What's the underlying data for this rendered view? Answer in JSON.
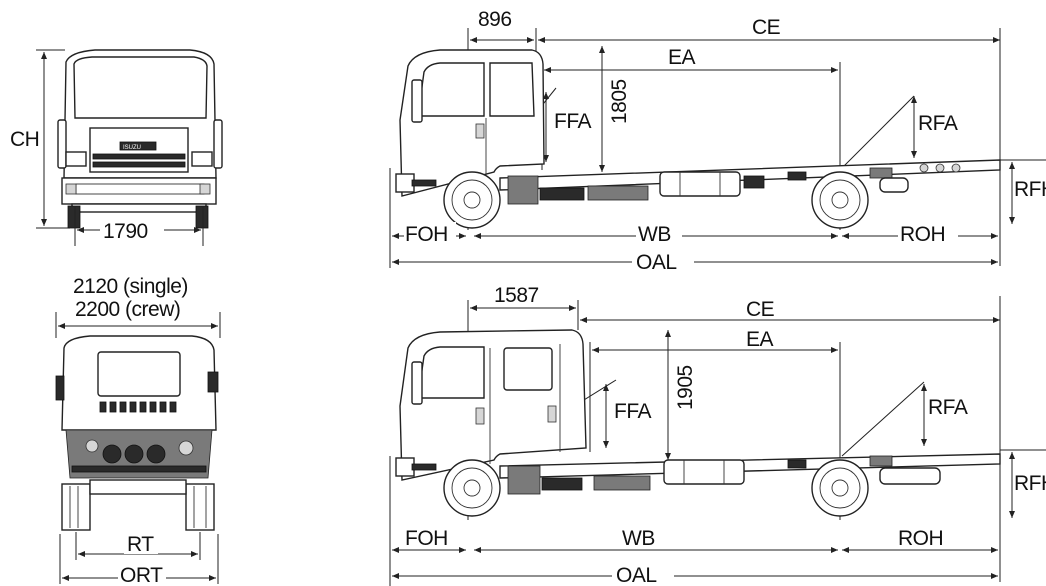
{
  "front_view": {
    "height_label": "CH",
    "width_label": "1790"
  },
  "rear_view": {
    "width_single": "2120 (single)",
    "width_crew": "2200 (crew)",
    "rear_track_label": "RT",
    "overall_rear_track_label": "ORT"
  },
  "single_cab_side": {
    "cab_len": "896",
    "ce": "CE",
    "ea": "EA",
    "height": "1805",
    "ffa": "FFA",
    "rfa": "RFA",
    "rfh": "RFH",
    "foh": "FOH",
    "wb": "WB",
    "roh": "ROH",
    "oal": "OAL"
  },
  "crew_cab_side": {
    "cab_len": "1587",
    "ce": "CE",
    "ea": "EA",
    "height": "1905",
    "ffa": "FFA",
    "rfa": "RFA",
    "rfh": "RFH",
    "foh": "FOH",
    "wb": "WB",
    "roh": "ROH",
    "oal": "OAL"
  },
  "badge_text": "ISUZU"
}
